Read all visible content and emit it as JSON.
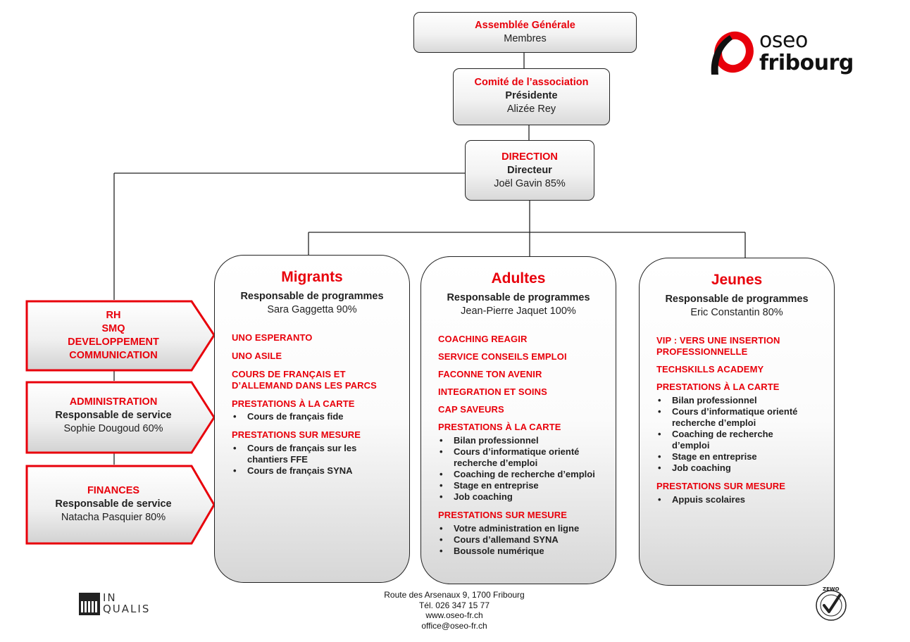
{
  "top": {
    "assemblee": {
      "title": "Assemblée Générale",
      "sub": "Membres"
    },
    "comite": {
      "title": "Comité de l’association",
      "role": "Présidente",
      "name": "Alizée Rey"
    },
    "direction": {
      "title": "DIRECTION",
      "role": "Directeur",
      "name": "Joël Gavin 85%"
    }
  },
  "side": {
    "rh": {
      "lines": [
        "RH",
        "SMQ",
        "DEVELOPPEMENT",
        "COMMUNICATION"
      ]
    },
    "administration": {
      "title": "ADMINISTRATION",
      "role": "Responsable de service",
      "name": "Sophie Dougoud 60%"
    },
    "finances": {
      "title": "FINANCES",
      "role": "Responsable de service",
      "name": "Natacha Pasquier 80%"
    }
  },
  "columns": [
    {
      "title": "Migrants",
      "role": "Responsable de programmes",
      "name": "Sara Gaggetta 90%",
      "programs": [
        {
          "label": "UNO ESPERANTO"
        },
        {
          "label": "UNO ASILE"
        },
        {
          "label": "COURS DE FRANÇAIS ET D’ALLEMAND DANS LES PARCS"
        },
        {
          "label": "PRESTATIONS À LA CARTE",
          "items": [
            "Cours de français fide"
          ]
        },
        {
          "label": "PRESTATIONS SUR MESURE",
          "items": [
            "Cours de français sur les chantiers FFE",
            "Cours de français SYNA"
          ]
        }
      ]
    },
    {
      "title": "Adultes",
      "role": "Responsable de programmes",
      "name": "Jean-Pierre Jaquet 100%",
      "programs": [
        {
          "label": "COACHING REAGIR"
        },
        {
          "label": "SERVICE CONSEILS EMPLOI"
        },
        {
          "label": "FACONNE TON AVENIR"
        },
        {
          "label": "INTEGRATION ET SOINS"
        },
        {
          "label": "CAP SAVEURS"
        },
        {
          "label": "PRESTATIONS À LA CARTE",
          "items": [
            "Bilan professionnel",
            "Cours d’informatique orienté recherche d’emploi",
            "Coaching de recherche d’emploi",
            "Stage en entreprise",
            "Job coaching"
          ]
        },
        {
          "label": "PRESTATIONS SUR MESURE",
          "items": [
            "Votre administration en ligne",
            "Cours d’allemand SYNA",
            "Boussole numérique"
          ]
        }
      ]
    },
    {
      "title": "Jeunes",
      "role": "Responsable de programmes",
      "name": "Eric Constantin 80%",
      "programs": [
        {
          "label": "VIP : VERS UNE INSERTION PROFESSIONNELLE"
        },
        {
          "label": "TECHSKILLS ACADEMY"
        },
        {
          "label": "PRESTATIONS À LA CARTE",
          "items": [
            "Bilan professionnel",
            "Cours d’informatique orienté recherche d’emploi",
            "Coaching de recherche d’emploi",
            "Stage en entreprise",
            "Job coaching"
          ]
        },
        {
          "label": "PRESTATIONS SUR MESURE",
          "items": [
            "Appuis scolaires"
          ]
        }
      ]
    }
  ],
  "logo": {
    "line1": "oseo",
    "line2": "fribourg"
  },
  "footer": {
    "address": "Route des Arsenaux 9, 1700 Fribourg",
    "phone": "Tél. 026 347 15 77",
    "web": "www.oseo-fr.ch",
    "email": "office@oseo-fr.ch"
  },
  "inqualis": {
    "line1": "IN",
    "line2": "QUALIS"
  },
  "zewo": {
    "label": "ZEWO"
  },
  "colors": {
    "accent": "#e8000b",
    "border": "#222222"
  }
}
